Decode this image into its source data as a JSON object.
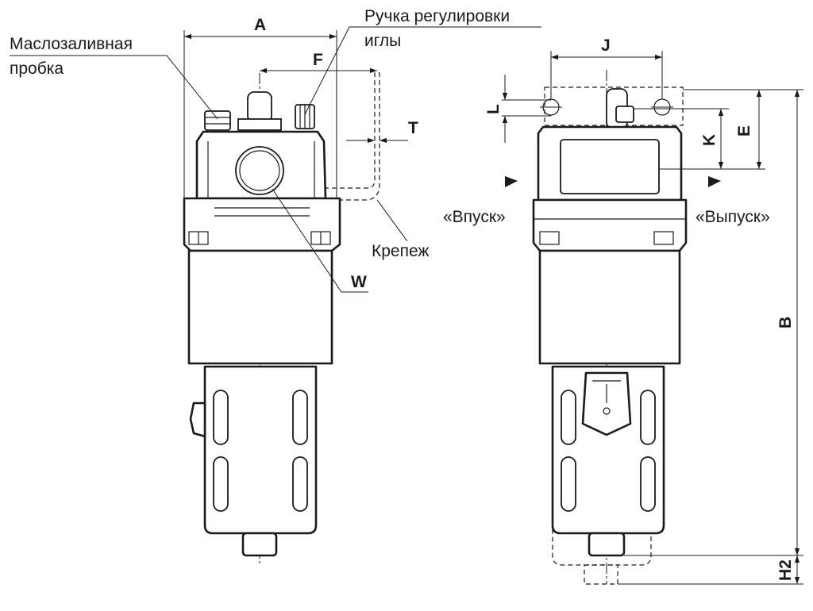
{
  "front_view": {
    "callouts": {
      "oil_plug": [
        "Маслозаливная",
        "пробка"
      ],
      "needle_knob": [
        "Ручка регулировки",
        "иглы"
      ],
      "bracket": "Крепеж",
      "port": "W"
    },
    "dimensions": {
      "A": "A",
      "F": "F",
      "T": "T"
    }
  },
  "side_view": {
    "inlet": "«Впуск»",
    "outlet": "«Выпуск»",
    "dimensions": {
      "J": "J",
      "L": "L",
      "K": "K",
      "E": "E",
      "B": "B",
      "H2": "H2"
    }
  }
}
